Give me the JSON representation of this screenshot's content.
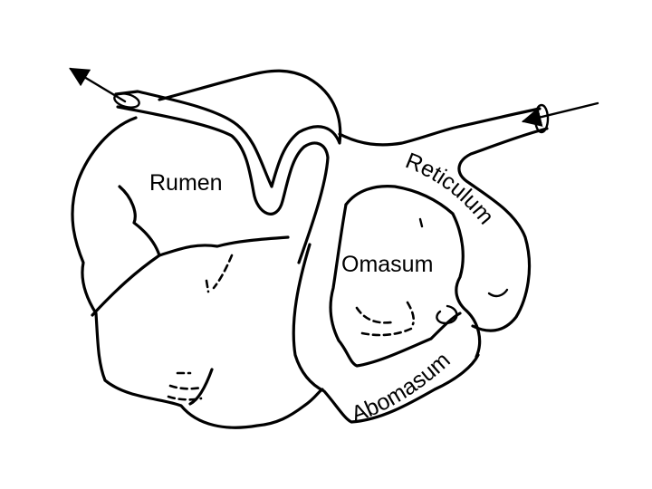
{
  "labels": {
    "rumen": "Rumen",
    "reticulum": "Reticulum",
    "omasum": "Omasum",
    "abomasum": "Abomasum"
  },
  "colors": {
    "line": "#000000",
    "background": "#ffffff"
  },
  "icons": {
    "inflow": "arrow-in-icon",
    "outflow": "arrow-out-icon"
  }
}
